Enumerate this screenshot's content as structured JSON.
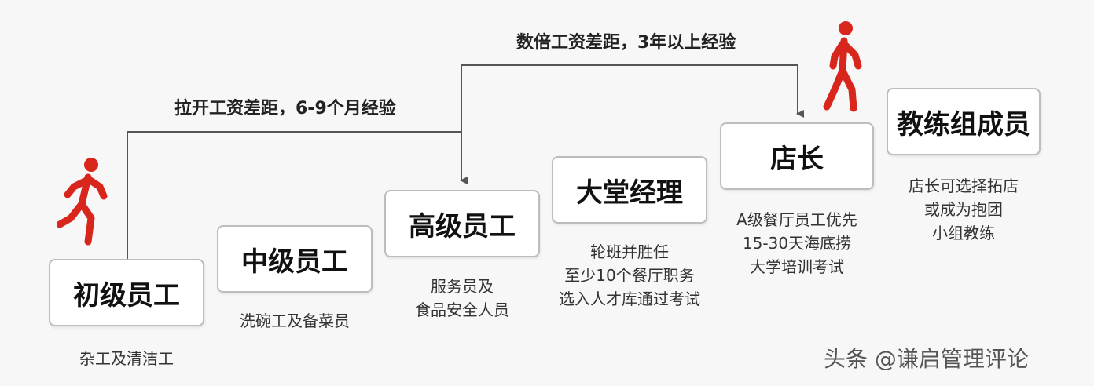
{
  "connectors": {
    "gap_short": "拉开工资差距，6-9个月经验",
    "gap_long": "数倍工资差距，3年以上经验"
  },
  "steps": [
    {
      "title": "初级员工",
      "desc": [
        "杂工及清洁工"
      ]
    },
    {
      "title": "中级员工",
      "desc": [
        "洗碗工及备菜员"
      ]
    },
    {
      "title": "高级员工",
      "desc": [
        "服务员及",
        "食品安全人员"
      ]
    },
    {
      "title": "大堂经理",
      "desc": [
        "轮班并胜任",
        "至少10个餐厅职务",
        "选入人才库通过考试"
      ]
    },
    {
      "title": "店长",
      "desc": [
        "A级餐厅员工优先",
        "15-30天海底捞",
        "大学培训考试"
      ]
    },
    {
      "title": "教练组成员",
      "desc": [
        "店长可选择拓店",
        "或成为抱团",
        "小组教练"
      ]
    }
  ],
  "watermark": "头条 @谦启管理评论",
  "icons": [
    "runner-icon",
    "walker-icon"
  ],
  "colors": {
    "accent": "#d9261c",
    "line": "#555555",
    "box_border": "#bdbdbd"
  }
}
